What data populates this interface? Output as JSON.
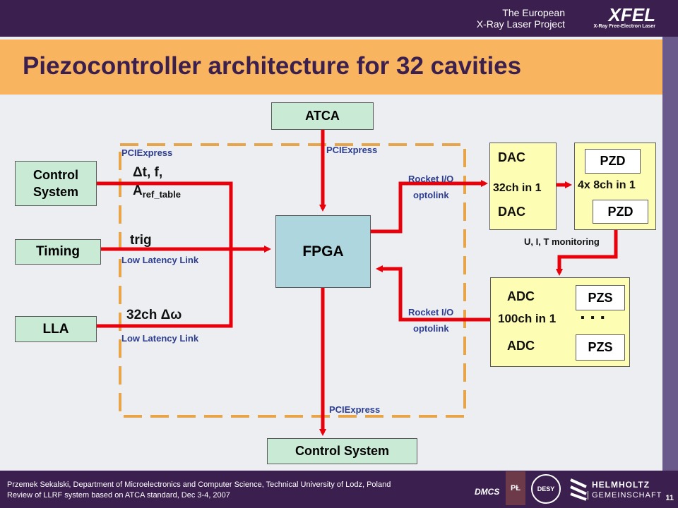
{
  "header": {
    "org_line1": "The European",
    "org_line2": "X-Ray Laser Project",
    "logo_text": "XFEL",
    "logo_sub": "X-Ray Free-Electron Laser"
  },
  "title": "Piezocontroller architecture for 32 cavities",
  "diagram": {
    "atca": "ATCA",
    "fpga": "FPGA",
    "control_system_bottom": "Control System",
    "control_system_left": "Control System",
    "timing": "Timing",
    "lla": "LLA",
    "pciexpress_left": "PCIExpress",
    "pciexpress_top": "PCIExpress",
    "pciexpress_bottom": "PCIExpress",
    "params_line1": "Δt, f,",
    "params_a": "A",
    "params_sub": "ref_table",
    "trig": "trig",
    "low_latency_1": "Low Latency Link",
    "delta_omega": "32ch Δω",
    "low_latency_2": "Low Latency Link",
    "rocket_io_1": "Rocket I/O",
    "optolink_1": "optolink",
    "rocket_io_2": "Rocket I/O",
    "optolink_2": "optolink",
    "dac_1": "DAC",
    "dac_2": "DAC",
    "dac_group": "32ch in 1",
    "pzd_1": "PZD",
    "pzd_2": "PZD",
    "pzd_group": "4x 8ch in 1",
    "monitoring": "U, I, T monitoring",
    "adc_1": "ADC",
    "adc_2": "ADC",
    "adc_group": "100ch in 1",
    "pzs_1": "PZS",
    "pzs_2": "PZS",
    "dots": "▪ ▪ ▪"
  },
  "footer": {
    "line1": "Przemek Sekalski, Department of Microelectronics and Computer Science, Technical University of Lodz, Poland",
    "line2": "Review of LLRF system based on ATCA standard, Dec 3-4, 2007",
    "page": "11",
    "logo_dmcs": "DMCS",
    "logo_pl": "PŁ",
    "logo_desy": "DESY",
    "logo_helmholtz1": "HELMHOLTZ",
    "logo_helmholtz2": "GEMEINSCHAFT"
  },
  "colors": {
    "header_purple": "#3b1f4e",
    "title_orange": "#f8b45e",
    "arrow_red": "#e8000a",
    "dashed_orange": "#e8a448",
    "label_blue": "#2d3e8f"
  }
}
